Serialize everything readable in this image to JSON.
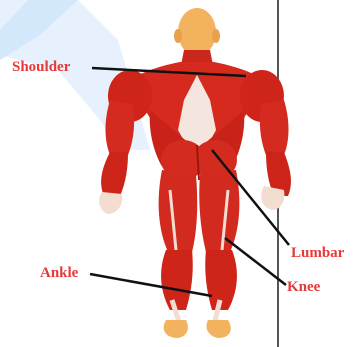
{
  "labels": {
    "shoulder": "Shoulder",
    "lumbar": "Lumbar",
    "ankle": "Ankle",
    "knee": "Knee"
  },
  "colors": {
    "label_text": "#e8383a",
    "leader_line": "#111111",
    "muscle": "#d8261c",
    "muscle_dark": "#a8140e",
    "tendon": "#f2ddd0",
    "skin": "#f0b86a",
    "decorative_band": "#ddeefe",
    "divider": "#555555"
  }
}
